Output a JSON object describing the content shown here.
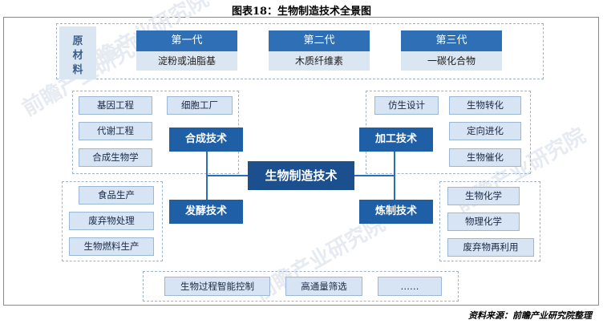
{
  "title": "图表18：生物制造技术全景图",
  "raw_materials": {
    "label": "原材料",
    "generations": [
      {
        "name": "第一代",
        "material": "淀粉或油脂基"
      },
      {
        "name": "第二代",
        "material": "木质纤维素"
      },
      {
        "name": "第三代",
        "material": "一碳化合物"
      }
    ]
  },
  "core": "生物制造技术",
  "technologies": {
    "synthesis": {
      "label": "合成技术",
      "items_left": [
        "基因工程",
        "代谢工程",
        "合成生物学"
      ],
      "item_right": "细胞工厂"
    },
    "fermentation": {
      "label": "发酵技术",
      "items": [
        "食品生产",
        "废弃物处理",
        "生物燃料生产"
      ]
    },
    "processing": {
      "label": "加工技术",
      "item_left": "仿生设计",
      "items_right": [
        "生物转化",
        "定向进化",
        "生物催化"
      ]
    },
    "refining": {
      "label": "炼制技术",
      "items": [
        "生物化学",
        "物理化学",
        "废弃物再利用"
      ]
    }
  },
  "bottom_items": [
    "生物过程智能控制",
    "高通量筛选",
    "……"
  ],
  "source": "资料来源：前瞻产业研究院整理",
  "watermark": "前瞻产业研究院"
}
